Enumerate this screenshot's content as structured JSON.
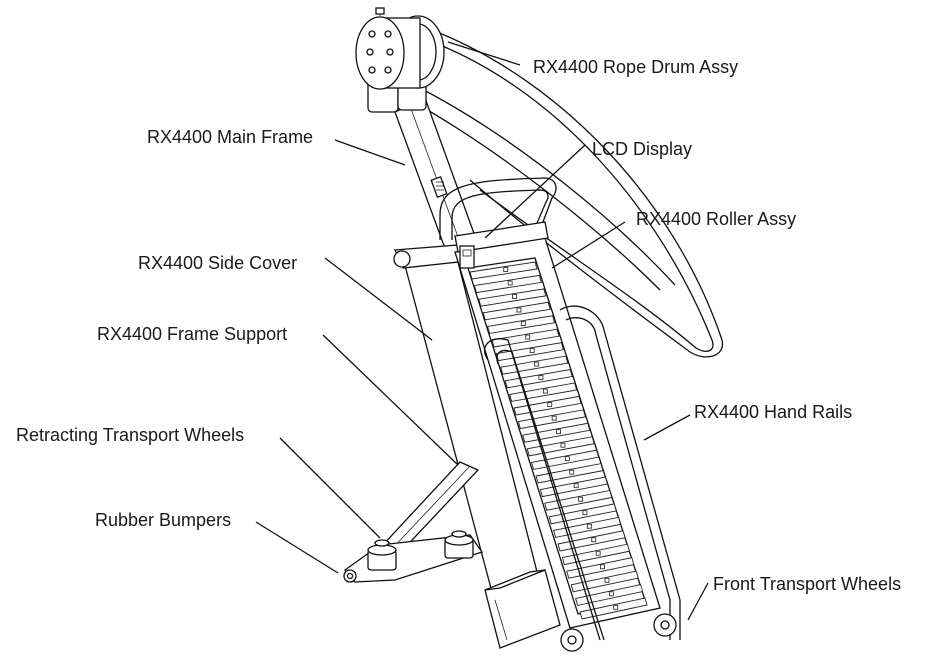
{
  "diagram": {
    "labels": {
      "rope_drum": "RX4400 Rope Drum Assy",
      "main_frame": "RX4400 Main Frame",
      "lcd_display": "LCD Display",
      "roller_assy": "RX4400 Roller Assy",
      "side_cover": "RX4400 Side Cover",
      "frame_support": "RX4400 Frame Support",
      "hand_rails": "RX4400 Hand Rails",
      "retracting_wheels": "Retracting Transport Wheels",
      "rubber_bumpers": "Rubber Bumpers",
      "front_wheels": "Front Transport Wheels"
    }
  }
}
